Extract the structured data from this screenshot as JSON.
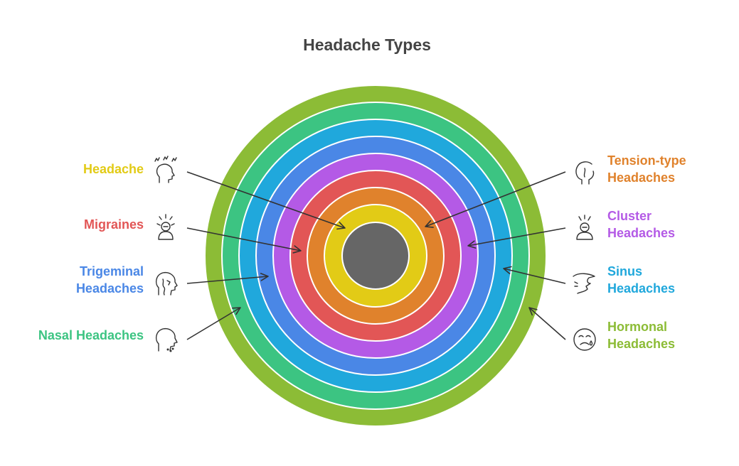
{
  "title": "Headache Types",
  "center_color": "#666666",
  "rings": [
    {
      "name": "Headache",
      "color": "#e2cb16"
    },
    {
      "name": "Tension-type Headaches",
      "color": "#e0822c"
    },
    {
      "name": "Migraines",
      "color": "#e25656"
    },
    {
      "name": "Cluster Headaches",
      "color": "#b45ae6"
    },
    {
      "name": "Trigeminal Headaches",
      "color": "#4a87e6"
    },
    {
      "name": "Sinus Headaches",
      "color": "#20a8dc"
    },
    {
      "name": "Nasal Headaches",
      "color": "#3cc482"
    },
    {
      "name": "Hormonal Headaches",
      "color": "#8cbc36"
    }
  ],
  "labels": {
    "headache": {
      "text": "Headache",
      "color": "#e2cb16",
      "icon": "headache-head-icon"
    },
    "migraines": {
      "text": "Migraines",
      "color": "#e25656",
      "icon": "migraine-person-icon"
    },
    "trigeminal": {
      "line1": "Trigeminal",
      "line2": "Headaches",
      "color": "#4a87e6",
      "icon": "trigeminal-face-icon"
    },
    "nasal": {
      "text": "Nasal Headaches",
      "color": "#3cc482",
      "icon": "nasal-head-icon"
    },
    "tension": {
      "line1": "Tension-type",
      "line2": "Headaches",
      "color": "#e0822c",
      "icon": "tension-head-icon"
    },
    "cluster": {
      "line1": "Cluster",
      "line2": "Headaches",
      "color": "#b45ae6",
      "icon": "cluster-person-icon"
    },
    "sinus": {
      "line1": "Sinus",
      "line2": "Headaches",
      "color": "#20a8dc",
      "icon": "sinus-face-icon"
    },
    "hormonal": {
      "line1": "Hormonal",
      "line2": "Headaches",
      "color": "#8cbc36",
      "icon": "hormonal-face-icon"
    }
  }
}
